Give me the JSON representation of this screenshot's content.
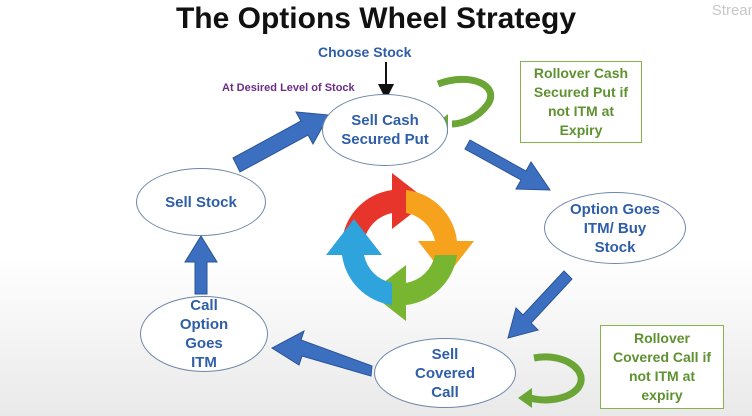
{
  "title": "The Options Wheel Strategy",
  "watermark": "Strean",
  "top_label": "Choose Stock",
  "side_label": "At Desired Level of Stock",
  "nodes": {
    "sell_csp": "Sell Cash Secured Put",
    "option_itm": "Option Goes ITM/ Buy Stock",
    "sell_cc": "Sell Covered Call",
    "call_itm": "Call Option Goes ITM",
    "sell_stock": "Sell Stock"
  },
  "notes": {
    "rollover_put": "Rollover Cash Secured Put if not ITM at Expiry",
    "rollover_call": "Rollover Covered Call if not ITM at expiry"
  },
  "colors": {
    "node_text": "#2f5ea8",
    "arrow_blue": "#3d6fc0",
    "note_green": "#5e9130",
    "purple_label": "#6b2d86"
  },
  "icons": [
    "cycle-icon"
  ]
}
